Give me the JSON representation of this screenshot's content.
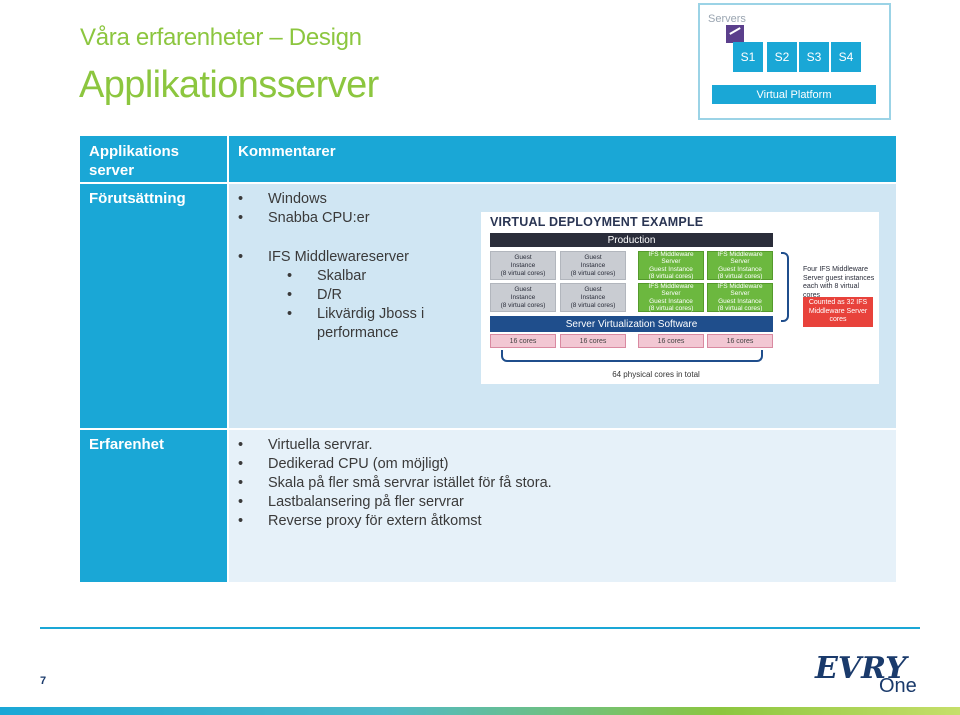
{
  "header": {
    "subtitle": "Våra erfarenheter – Design",
    "title": "Applikationsserver"
  },
  "servers_widget": {
    "label": "Servers",
    "logo_icon": "ifs-logo-icon",
    "servers": [
      "S1",
      "S2",
      "S3",
      "S4"
    ],
    "platform": "Virtual Platform"
  },
  "table": {
    "headers": [
      "Applikations server",
      "Kommentarer"
    ],
    "rows": [
      {
        "label": "Förutsättning",
        "items": [
          {
            "text": "Windows",
            "level": 1
          },
          {
            "text": "Snabba CPU:er",
            "level": 1
          },
          {
            "text": "IFS Middlewareserver",
            "level": 1
          },
          {
            "text": "Skalbar",
            "level": 2
          },
          {
            "text": "D/R",
            "level": 2
          },
          {
            "text": "Likvärdig Jboss i",
            "level": 2
          },
          {
            "text": "performance",
            "level": 2
          }
        ]
      },
      {
        "label": "Erfarenhet",
        "items": [
          {
            "text": "Virtuella servrar.",
            "level": 1
          },
          {
            "text": "Dedikerad CPU (om möjligt)",
            "level": 1
          },
          {
            "text": "Skala på fler små servrar istället för få stora.",
            "level": 1
          },
          {
            "text": "Lastbalansering på fler servrar",
            "level": 1
          },
          {
            "text": "Reverse proxy för extern åtkomst",
            "level": 1
          }
        ]
      }
    ]
  },
  "diagram": {
    "title": "VIRTUAL DEPLOYMENT EXAMPLE",
    "production": "Production",
    "guest": [
      "Guest",
      "Instance",
      "(8 virtual cores)"
    ],
    "middleware": [
      "IFS Middleware",
      "Server",
      "Guest Instance",
      "(8 virtual cores)"
    ],
    "virtualization": "Server Virtualization Software",
    "core_label": "16 cores",
    "physical": "64 physical cores in total",
    "note": "Four IFS Middleware Server guest instances each with 8 virtual cores",
    "counted": "Counted as 32 IFS Middleware Server cores"
  },
  "footer": {
    "page_number": "7",
    "logo": "EVRY One"
  },
  "colors": {
    "accent_blue": "#1aa7d6",
    "accent_green": "#8cc63f"
  }
}
